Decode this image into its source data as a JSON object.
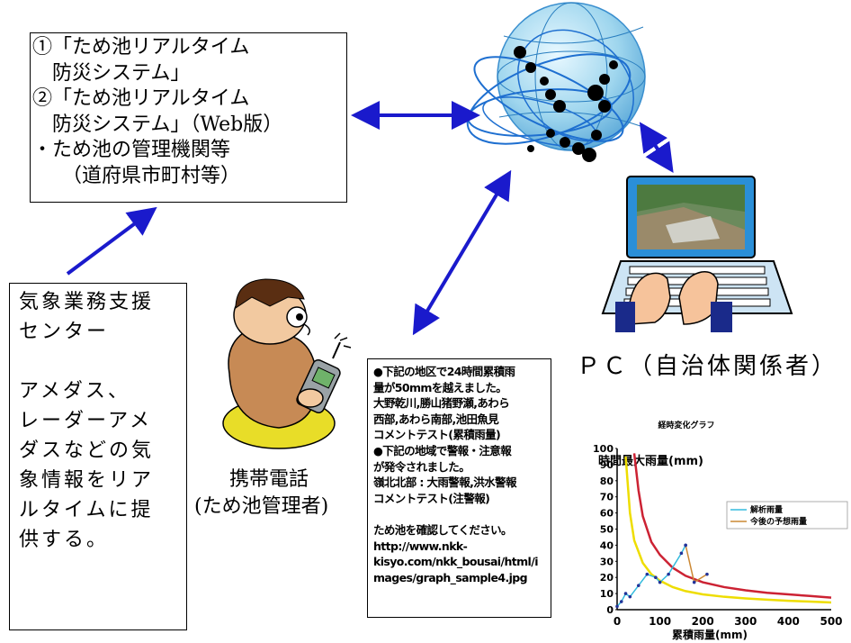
{
  "system_box": {
    "lines": [
      "①「ため池リアルタイム",
      "　防災システム」",
      "②「ため池リアルタイム",
      "　防災システム」（Web版）",
      "・ため池の管理機関等",
      "　　（道府県市町村等）"
    ]
  },
  "center_box": {
    "lines": [
      "気象業務支援",
      "センター",
      "",
      "アメダス、",
      "レーダーアメ",
      "ダスなどの気",
      "象情報をリア",
      "ルタイムに提",
      "供する。"
    ]
  },
  "pc": {
    "label": "ＰＣ（自治体関係者）"
  },
  "phone": {
    "label_line1": "携帯電話",
    "label_line2": "(ため池管理者)"
  },
  "mail_box": {
    "lines": [
      "●下記の地区で24時間累積雨",
      "量が50mmを越えました。",
      "大野乾川,勝山猪野瀬,あわら",
      "西部,あわら南部,池田魚見",
      "コメントテスト(累積雨量)",
      "●下記の地域で警報・注意報",
      "が発令されました。",
      "嶺北北部 : 大雨警報,洪水警報",
      "コメントテスト(注警報)",
      "",
      "ため池を確認してください。",
      "http://www.nkk-",
      "kisyo.com/nkk_bousai/html/i",
      "mages/graph_sample4.jpg"
    ]
  },
  "chart_data": {
    "type": "line",
    "title": "経時変化グラフ",
    "ylabel": "時間最大雨量(mm)",
    "xlabel": "累積雨量(mm)",
    "xlim": [
      0,
      500
    ],
    "ylim": [
      0,
      100
    ],
    "x_ticks": [
      "0",
      "100",
      "200",
      "300",
      "400",
      "500"
    ],
    "y_ticks": [
      "0",
      "10",
      "20",
      "30",
      "40",
      "50",
      "60",
      "70",
      "80",
      "90",
      "100"
    ],
    "legend": [
      "解析雨量",
      "今後の予想雨量"
    ],
    "legend_position": "right",
    "colors": {
      "analysis": "#33bbdd",
      "forecast": "#cc8833",
      "red_curve": "#cc2233",
      "yellow_curve": "#eedd00",
      "points": "#223399"
    },
    "series": [
      {
        "name": "解析雨量",
        "x": [
          0,
          10,
          20,
          30,
          50,
          70,
          90,
          100,
          120,
          150,
          160
        ],
        "y": [
          2,
          5,
          10,
          8,
          15,
          22,
          20,
          17,
          22,
          35,
          40
        ]
      },
      {
        "name": "今後の予想雨量",
        "x": [
          160,
          180,
          210
        ],
        "y": [
          40,
          17,
          22
        ]
      }
    ],
    "curves": [
      {
        "color": "red",
        "x": [
          40,
          50,
          60,
          80,
          100,
          130,
          160,
          200,
          250,
          300,
          350,
          400,
          450,
          500
        ],
        "y": [
          97,
          74,
          58,
          42,
          34,
          26,
          21,
          17,
          14,
          12,
          10.5,
          9.5,
          8.5,
          7.5
        ]
      },
      {
        "color": "yellow",
        "x": [
          20,
          30,
          40,
          60,
          80,
          100,
          130,
          160,
          200,
          250,
          300,
          350,
          400,
          450,
          500
        ],
        "y": [
          95,
          60,
          43,
          29,
          22,
          18,
          14,
          11.5,
          9.5,
          8,
          7,
          6.2,
          5.5,
          5,
          4.5
        ]
      }
    ]
  }
}
